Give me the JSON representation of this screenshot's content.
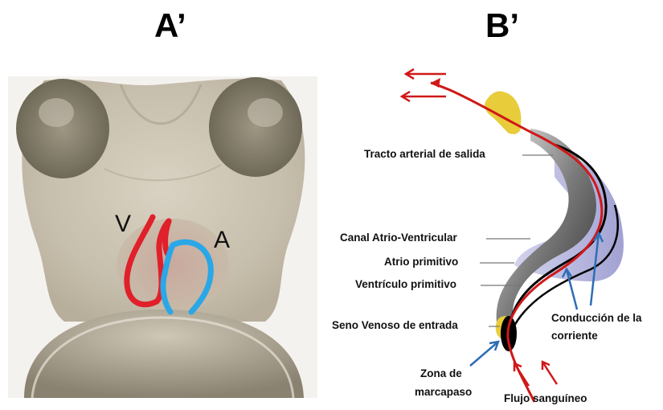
{
  "panels": {
    "a": {
      "title": "A’",
      "label_v": "V",
      "label_a": "A"
    },
    "b": {
      "title": "B’",
      "labels": {
        "tracto": "Tracto arterial  de salida",
        "canal": "Canal Atrio-Ventricular",
        "atrio": "Atrio primitivo",
        "ventriculo": "Ventrículo primitivo",
        "seno": "Seno Venoso de entrada",
        "conduccion_1": "Conducción de la",
        "conduccion_2": "corriente",
        "zona_1": "Zona de",
        "zona_2": "marcapaso",
        "flujo": "Flujo sanguíneo"
      }
    }
  },
  "colors": {
    "ventricle": "#e0202a",
    "atrium": "#2aa7e6",
    "flow": "#d01818",
    "conduction": "#2f6db5"
  }
}
